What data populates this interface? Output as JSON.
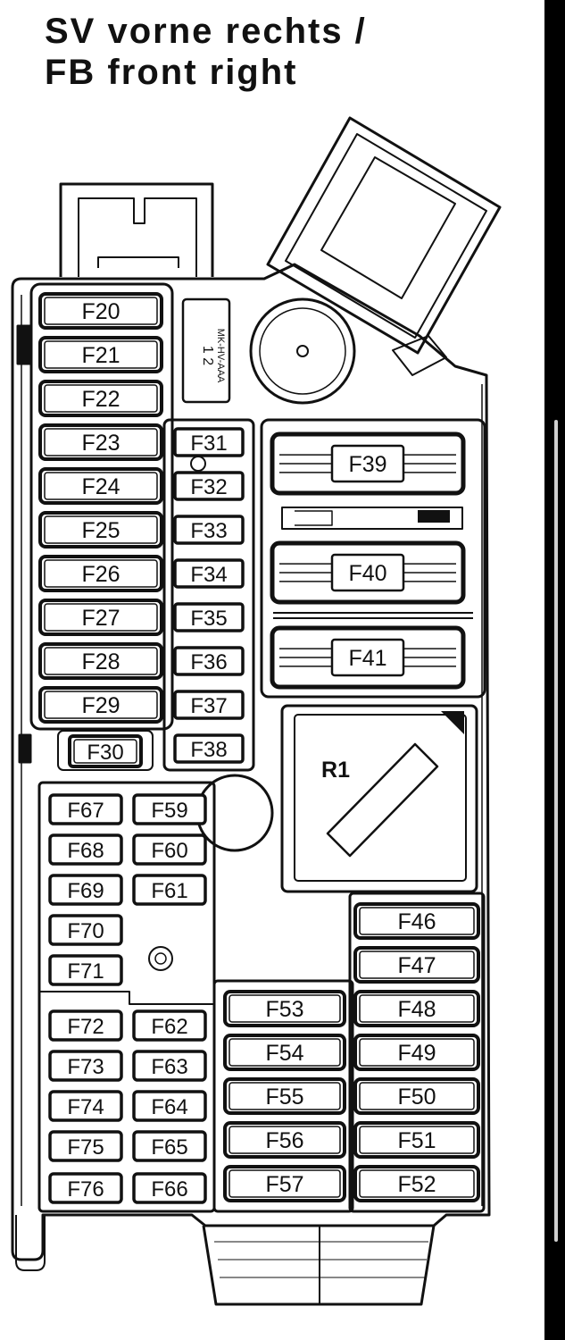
{
  "title": {
    "line1": "SV vorne rechts /",
    "line2": "FB front right"
  },
  "connector_label": "1 2",
  "connector_code": "MK-HV-AAA",
  "relay": "R1",
  "fuses": {
    "left_column": [
      "F20",
      "F21",
      "F22",
      "F23",
      "F24",
      "F25",
      "F26",
      "F27",
      "F28",
      "F29",
      "F30"
    ],
    "mini_column": [
      "F31",
      "F32",
      "F33",
      "F34",
      "F35",
      "F36",
      "F37",
      "F38"
    ],
    "maxi": [
      "F39",
      "F40",
      "F41"
    ],
    "lower_left_a": [
      "F67",
      "F68",
      "F69",
      "F70",
      "F71",
      "F72",
      "F73",
      "F74",
      "F75",
      "F76"
    ],
    "lower_left_b": [
      "F59",
      "F60",
      "F61",
      "F62",
      "F63",
      "F64",
      "F65",
      "F66"
    ],
    "lower_right_a": [
      "F53",
      "F54",
      "F55",
      "F56",
      "F57"
    ],
    "lower_right_b": [
      "F46",
      "F47",
      "F48",
      "F49",
      "F50",
      "F51",
      "F52"
    ]
  }
}
